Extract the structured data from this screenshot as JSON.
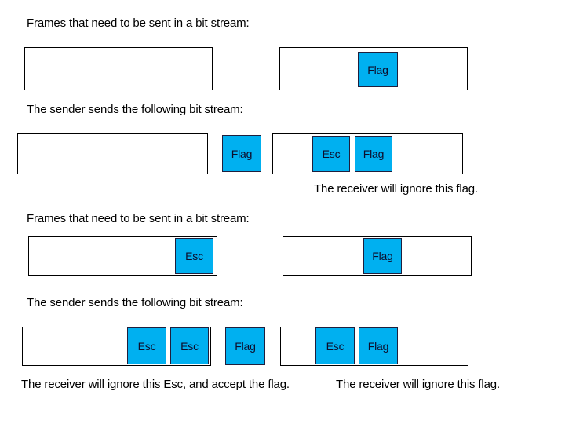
{
  "theme": {
    "token_fill": "#00B0F0",
    "token_border": "#1F1F3D",
    "frame_border": "#000000",
    "background": "#FFFFFF",
    "text_color": "#000000"
  },
  "sections": {
    "section1": {
      "heading": "Frames that need to be sent in a bit stream:",
      "frames": [
        {
          "tokens": []
        },
        {
          "tokens": [
            {
              "label": "Flag"
            }
          ]
        }
      ]
    },
    "section2": {
      "heading": "The sender sends the following bit stream:",
      "frames": [
        {
          "tokens": []
        },
        {
          "tokens": [
            {
              "label": "Esc"
            },
            {
              "label": "Flag"
            }
          ]
        }
      ],
      "loose_tokens": [
        {
          "label": "Flag"
        }
      ],
      "note": "The receiver will ignore this flag."
    },
    "section3": {
      "heading": "Frames that need to be sent in a bit stream:",
      "frames": [
        {
          "tokens": [
            {
              "label": "Esc"
            }
          ]
        },
        {
          "tokens": [
            {
              "label": "Flag"
            }
          ]
        }
      ]
    },
    "section4": {
      "heading": "The sender sends the following bit stream:",
      "frames": [
        {
          "tokens": [
            {
              "label": "Esc"
            },
            {
              "label": "Esc"
            }
          ]
        },
        {
          "tokens": [
            {
              "label": "Esc"
            },
            {
              "label": "Flag"
            }
          ]
        }
      ],
      "loose_tokens": [
        {
          "label": "Flag"
        }
      ],
      "note_left": "The receiver will ignore this Esc, and accept the flag.",
      "note_right": "The receiver will ignore this flag."
    }
  }
}
